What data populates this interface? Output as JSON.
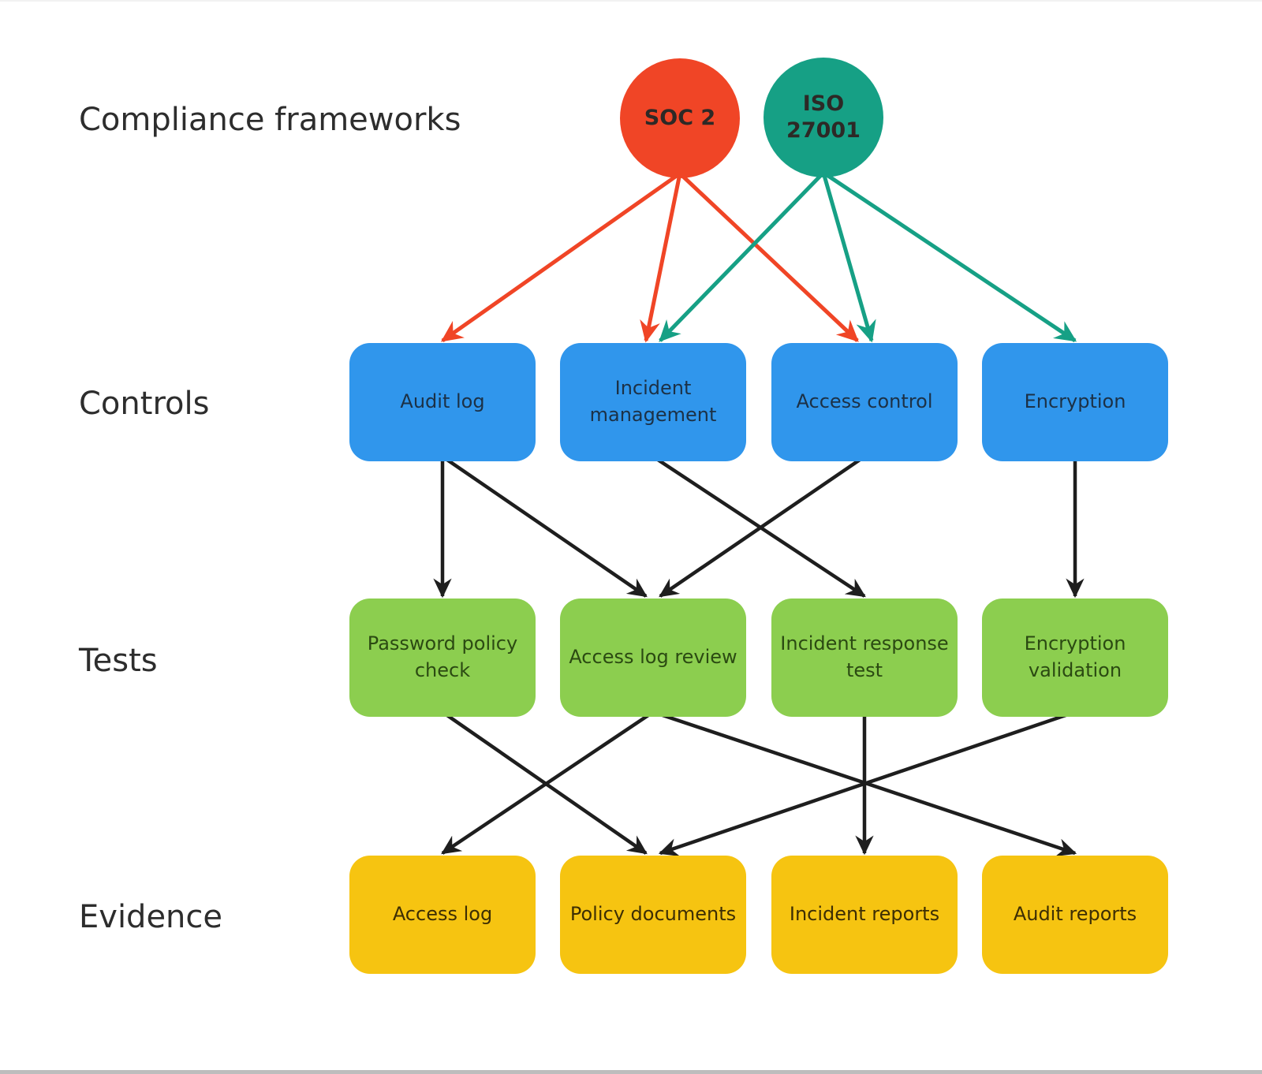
{
  "row_labels": [
    {
      "id": "frameworks",
      "label": "Compliance frameworks"
    },
    {
      "id": "controls",
      "label": "Controls"
    },
    {
      "id": "tests",
      "label": "Tests"
    },
    {
      "id": "evidence",
      "label": "Evidence"
    }
  ],
  "frameworks": [
    {
      "id": "soc2",
      "label": "SOC 2"
    },
    {
      "id": "iso27001",
      "label": "ISO 27001"
    }
  ],
  "nodes": {
    "controls": [
      {
        "id": "audit-log-control",
        "label": "Audit log"
      },
      {
        "id": "incident-management",
        "label": "Incident management"
      },
      {
        "id": "access-control",
        "label": "Access control"
      },
      {
        "id": "encryption",
        "label": "Encryption"
      }
    ],
    "tests": [
      {
        "id": "password-policy-check",
        "label": "Password policy check"
      },
      {
        "id": "access-log-review",
        "label": "Access log review"
      },
      {
        "id": "incident-response-test",
        "label": "Incident response test"
      },
      {
        "id": "encryption-validation",
        "label": "Encryption validation"
      }
    ],
    "evidence": [
      {
        "id": "access-log-evidence",
        "label": "Access log"
      },
      {
        "id": "policy-documents",
        "label": "Policy documents"
      },
      {
        "id": "incident-reports",
        "label": "Incident reports"
      },
      {
        "id": "audit-reports",
        "label": "Audit reports"
      }
    ]
  },
  "colors": {
    "soc2": "#F04526",
    "iso27001": "#16A085",
    "controls_fill": "#3096EC",
    "tests_fill": "#8CCE4F",
    "evidence_fill": "#F6C411",
    "controls_text": "#1C3146",
    "tests_text": "#2B4A12",
    "evidence_text": "#3D2E04",
    "arrow_black": "#1E1E1E",
    "label_text": "#2D2D2D"
  },
  "edges": {
    "framework_to_controls": [
      {
        "from": "soc2",
        "to": "audit-log-control"
      },
      {
        "from": "soc2",
        "to": "incident-management"
      },
      {
        "from": "soc2",
        "to": "access-control"
      },
      {
        "from": "iso27001",
        "to": "incident-management"
      },
      {
        "from": "iso27001",
        "to": "access-control"
      },
      {
        "from": "iso27001",
        "to": "encryption"
      }
    ],
    "controls_to_tests": [
      {
        "from": "audit-log-control",
        "to": "password-policy-check"
      },
      {
        "from": "audit-log-control",
        "to": "access-log-review"
      },
      {
        "from": "incident-management",
        "to": "incident-response-test"
      },
      {
        "from": "access-control",
        "to": "access-log-review"
      },
      {
        "from": "encryption",
        "to": "encryption-validation"
      }
    ],
    "tests_to_evidence": [
      {
        "from": "password-policy-check",
        "to": "policy-documents"
      },
      {
        "from": "access-log-review",
        "to": "access-log-evidence"
      },
      {
        "from": "access-log-review",
        "to": "audit-reports"
      },
      {
        "from": "incident-response-test",
        "to": "incident-reports"
      },
      {
        "from": "encryption-validation",
        "to": "policy-documents"
      }
    ]
  }
}
